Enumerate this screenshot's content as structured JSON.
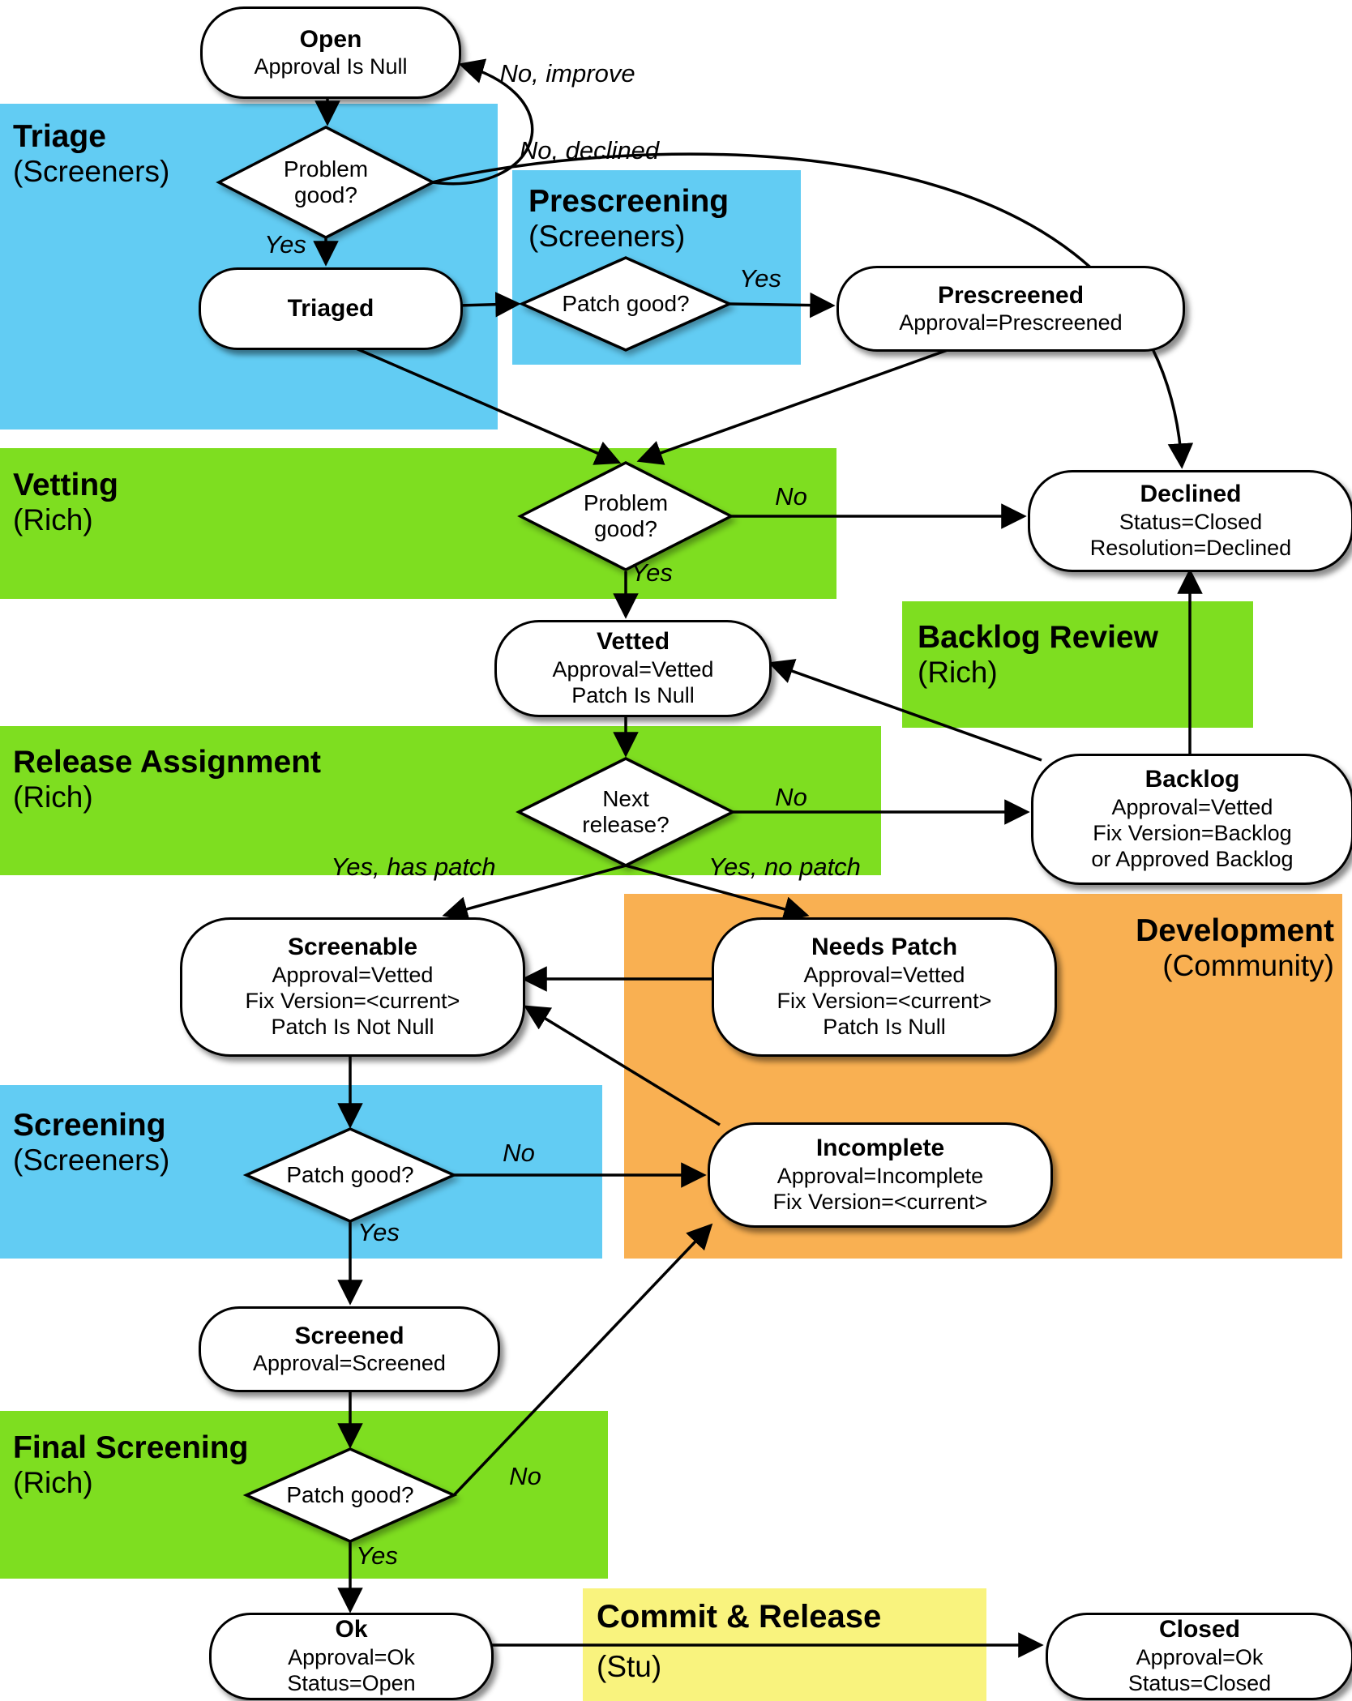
{
  "regions": [
    {
      "id": "triage",
      "title": "Triage",
      "subtitle": "(Screeners)",
      "color": "#62CCF3"
    },
    {
      "id": "prescreening",
      "title": "Prescreening",
      "subtitle": "(Screeners)",
      "color": "#62CCF3"
    },
    {
      "id": "vetting",
      "title": "Vetting",
      "subtitle": "(Rich)",
      "color": "#7EDE20"
    },
    {
      "id": "backlog-review",
      "title": "Backlog Review",
      "subtitle": "(Rich)",
      "color": "#7EDE20"
    },
    {
      "id": "release-assignment",
      "title": "Release Assignment",
      "subtitle": "(Rich)",
      "color": "#7EDE20"
    },
    {
      "id": "development",
      "title": "Development",
      "subtitle": "(Community)",
      "color": "#F9B052"
    },
    {
      "id": "screening",
      "title": "Screening",
      "subtitle": "(Screeners)",
      "color": "#62CCF3"
    },
    {
      "id": "final-screening",
      "title": "Final Screening",
      "subtitle": "(Rich)",
      "color": "#7EDE20"
    },
    {
      "id": "commit-release",
      "title": "Commit & Release",
      "subtitle": "(Stu)",
      "color": "#F9F37E"
    }
  ],
  "nodes": [
    {
      "id": "open",
      "title": "Open",
      "lines": [
        "Approval Is Null"
      ]
    },
    {
      "id": "triaged",
      "title": "Triaged",
      "lines": []
    },
    {
      "id": "prescreened",
      "title": "Prescreened",
      "lines": [
        "Approval=Prescreened"
      ]
    },
    {
      "id": "declined",
      "title": "Declined",
      "lines": [
        "Status=Closed",
        "Resolution=Declined"
      ]
    },
    {
      "id": "vetted",
      "title": "Vetted",
      "lines": [
        "Approval=Vetted",
        "Patch Is Null"
      ]
    },
    {
      "id": "backlog",
      "title": "Backlog",
      "lines": [
        "Approval=Vetted",
        "Fix Version=Backlog",
        "or Approved Backlog"
      ]
    },
    {
      "id": "screenable",
      "title": "Screenable",
      "lines": [
        "Approval=Vetted",
        "Fix Version=<current>",
        "Patch Is Not Null"
      ]
    },
    {
      "id": "needs-patch",
      "title": "Needs Patch",
      "lines": [
        "Approval=Vetted",
        "Fix Version=<current>",
        "Patch Is Null"
      ]
    },
    {
      "id": "incomplete",
      "title": "Incomplete",
      "lines": [
        "Approval=Incomplete",
        "Fix Version=<current>"
      ]
    },
    {
      "id": "screened",
      "title": "Screened",
      "lines": [
        "Approval=Screened"
      ]
    },
    {
      "id": "ok",
      "title": "Ok",
      "lines": [
        "Approval=Ok",
        "Status=Open"
      ]
    },
    {
      "id": "closed",
      "title": "Closed",
      "lines": [
        "Approval=Ok",
        "Status=Closed"
      ]
    }
  ],
  "decisions": [
    {
      "id": "problem-good-triage",
      "label": "Problem\ngood?"
    },
    {
      "id": "patch-good-prescreening",
      "label": "Patch good?"
    },
    {
      "id": "problem-good-vetting",
      "label": "Problem\ngood?"
    },
    {
      "id": "next-release",
      "label": "Next\nrelease?"
    },
    {
      "id": "patch-good-screening",
      "label": "Patch good?"
    },
    {
      "id": "patch-good-final",
      "label": "Patch good?"
    }
  ],
  "edge_labels": [
    {
      "id": "no-improve",
      "text": "No, improve"
    },
    {
      "id": "no-declined",
      "text": "No, declined"
    },
    {
      "id": "yes-triage",
      "text": "Yes"
    },
    {
      "id": "yes-prescreening",
      "text": "Yes"
    },
    {
      "id": "no-vetting",
      "text": "No"
    },
    {
      "id": "yes-vetting",
      "text": "Yes"
    },
    {
      "id": "no-release",
      "text": "No"
    },
    {
      "id": "yes-has-patch",
      "text": "Yes, has patch"
    },
    {
      "id": "yes-no-patch",
      "text": "Yes, no patch"
    },
    {
      "id": "no-screening",
      "text": "No"
    },
    {
      "id": "yes-screening",
      "text": "Yes"
    },
    {
      "id": "no-final",
      "text": "No"
    },
    {
      "id": "yes-final",
      "text": "Yes"
    }
  ]
}
